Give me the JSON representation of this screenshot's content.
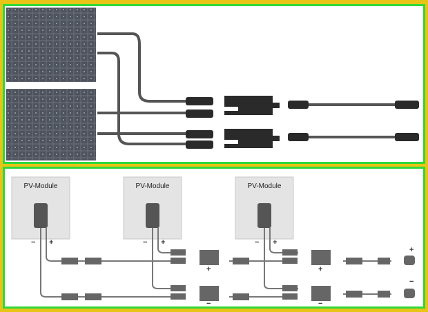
{
  "modules": [
    {
      "label": "PV-Module"
    },
    {
      "label": "PV-Module"
    },
    {
      "label": "PV-Module"
    }
  ],
  "signs": {
    "minus": "−",
    "plus": "+"
  },
  "colors": {
    "outer_border": "#e8c416",
    "panel_border": "#2fd83a",
    "cable": "#6a6a6a",
    "solar_cell": "#5a5f6a"
  }
}
